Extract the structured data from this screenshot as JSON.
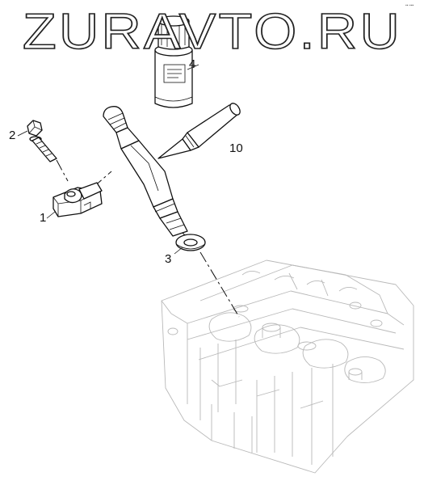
{
  "diagram": {
    "watermark": "ZURAVTO.RU",
    "corner_mark": "▪▪ ▪▪▪",
    "callouts": {
      "part_1": "1",
      "part_2": "2",
      "part_3": "3",
      "part_4": "4",
      "part_10": "10"
    }
  }
}
